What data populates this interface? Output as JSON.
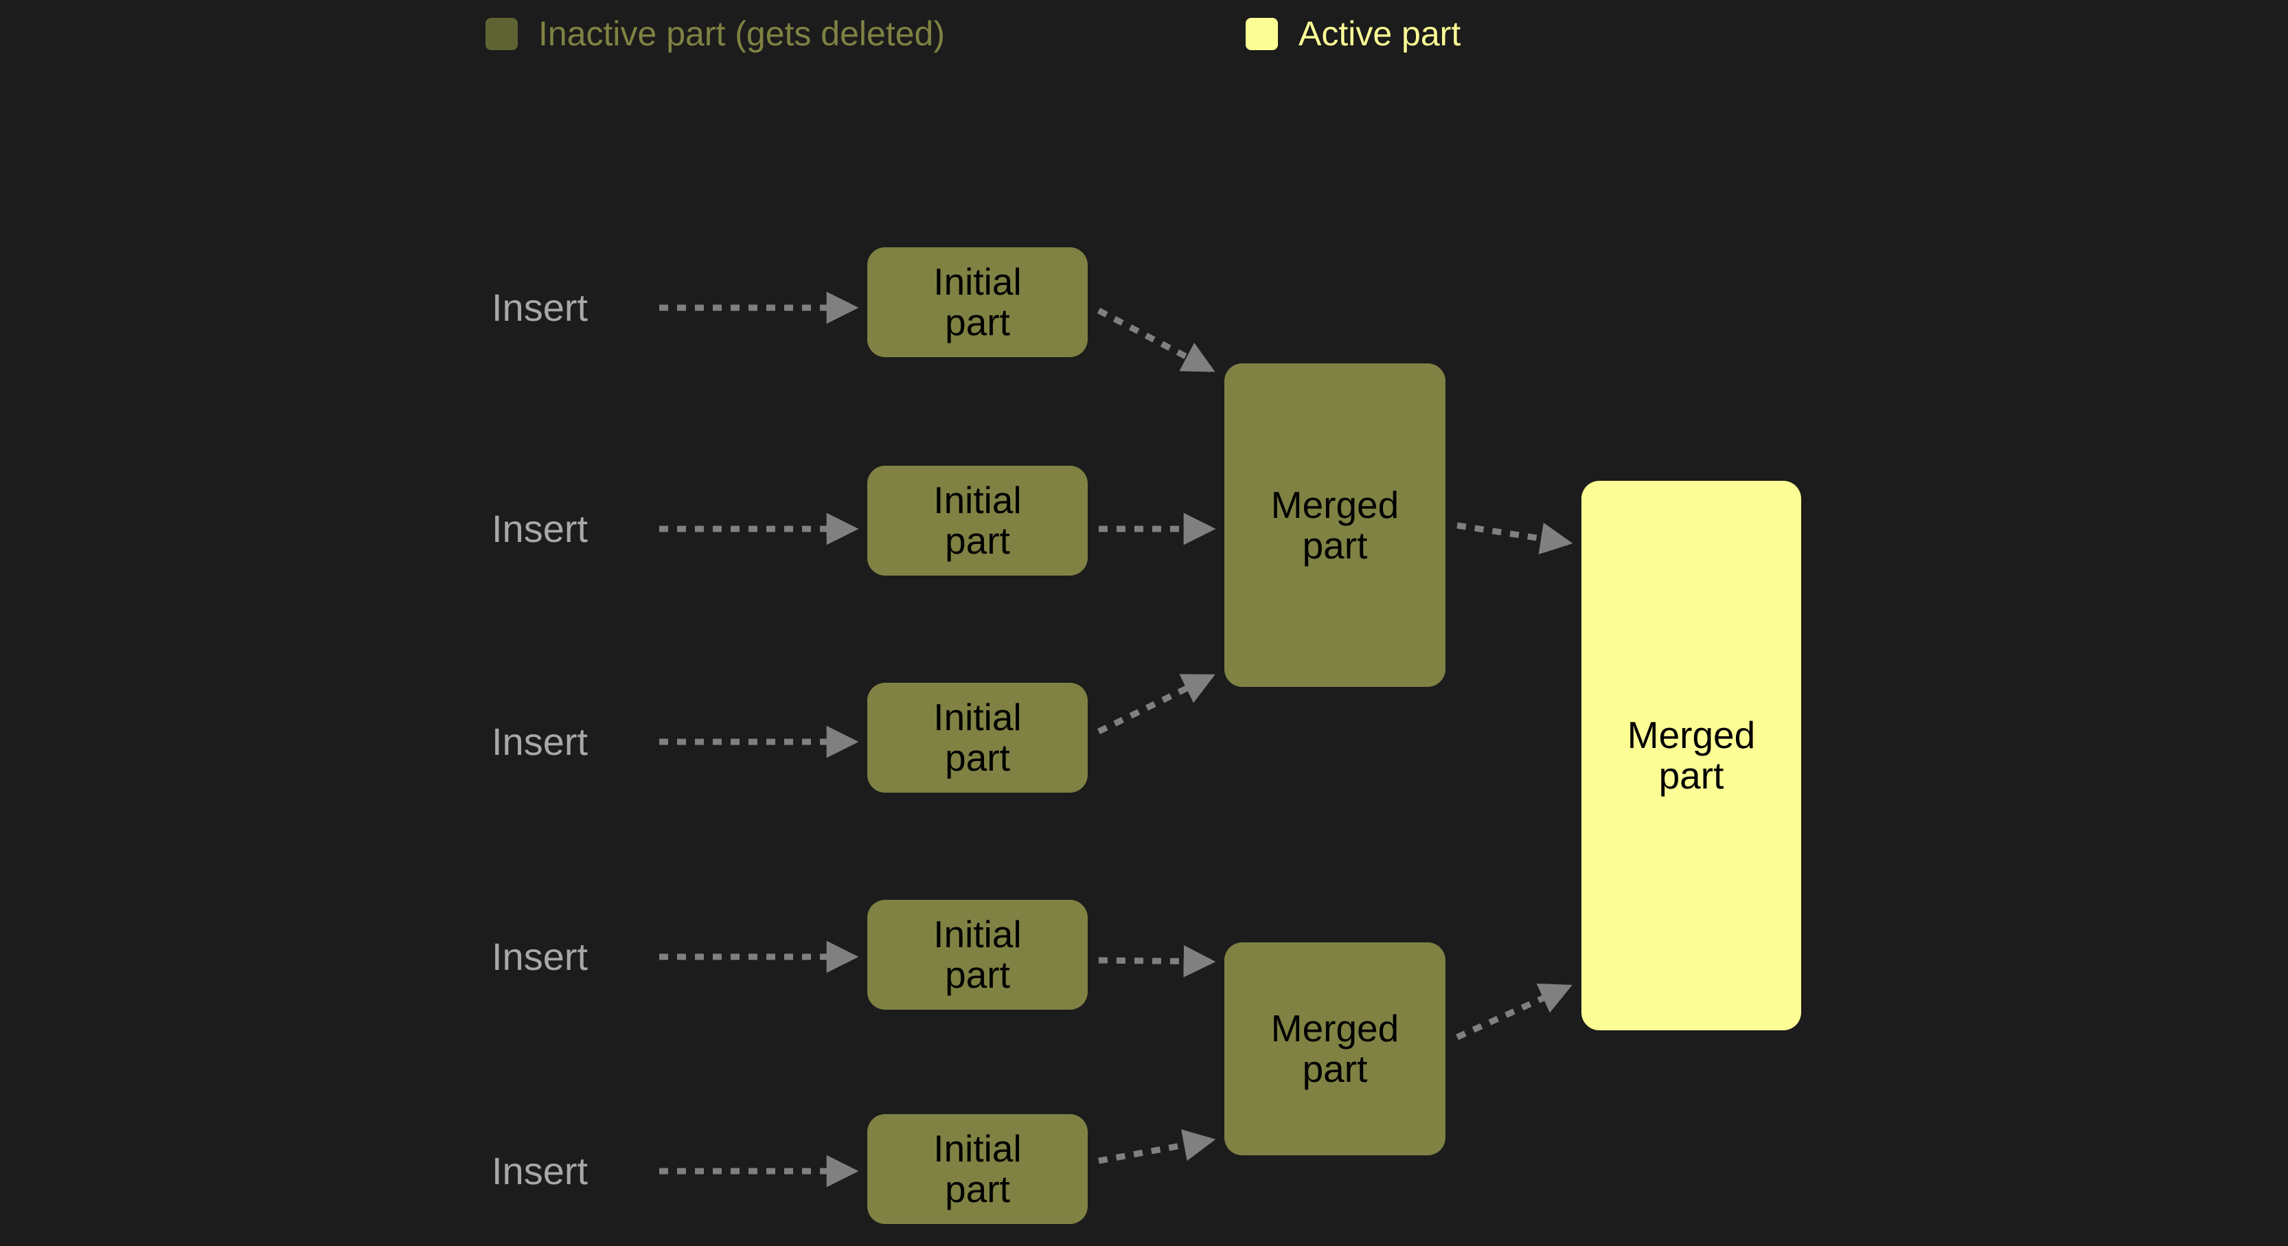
{
  "background_color": "#1c1c1c",
  "colors": {
    "inactive_part": "#7f8243",
    "inactive_swatch": "#5f6233",
    "inactive_text": "#7f8243",
    "active_part": "#fdfd96",
    "active_text": "#fdfd96",
    "node_text": "#000000",
    "insert_label": "#a8a8a8",
    "arrow": "#808080"
  },
  "legend": {
    "items": [
      {
        "swatch_name": "inactive-part-swatch",
        "label": "Inactive part (gets deleted)",
        "color": "#5f6233",
        "text_color": "#7f8243"
      },
      {
        "swatch_name": "active-part-swatch",
        "label": "Active part",
        "color": "#fdfd96",
        "text_color": "#fdfd96"
      }
    ]
  },
  "diagram": {
    "insert_labels": [
      "Insert",
      "Insert",
      "Insert",
      "Insert",
      "Insert"
    ],
    "initial_parts": [
      {
        "line1": "Initial",
        "line2": "part"
      },
      {
        "line1": "Initial",
        "line2": "part"
      },
      {
        "line1": "Initial",
        "line2": "part"
      },
      {
        "line1": "Initial",
        "line2": "part"
      },
      {
        "line1": "Initial",
        "line2": "part"
      }
    ],
    "merged_parts": [
      {
        "line1": "Merged",
        "line2": "part",
        "state": "inactive"
      },
      {
        "line1": "Merged",
        "line2": "part",
        "state": "inactive"
      }
    ],
    "final_part": {
      "line1": "Merged",
      "line2": "part",
      "state": "active"
    }
  }
}
